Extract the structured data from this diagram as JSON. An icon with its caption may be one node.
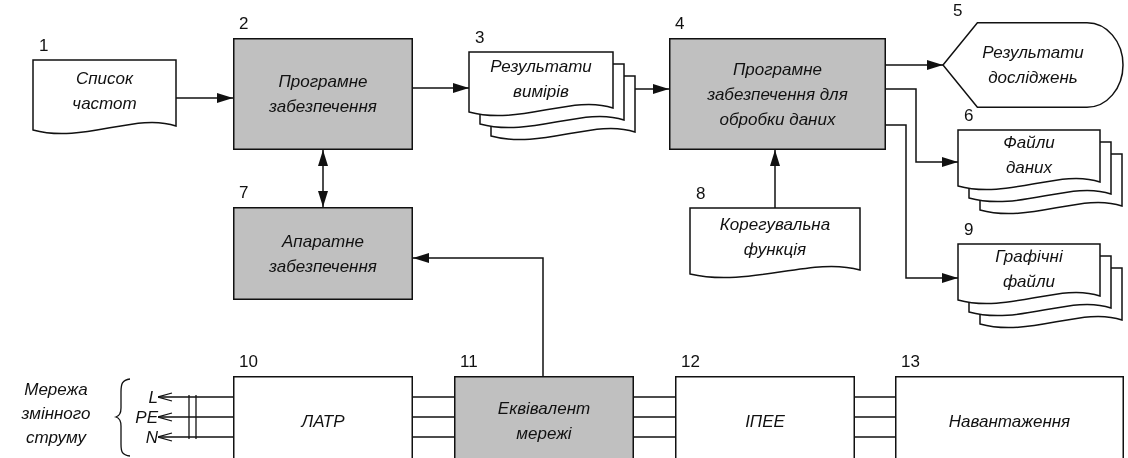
{
  "diagram": {
    "nodes": [
      {
        "text": [
          "Список частот"
        ],
        "beside": [
          "1"
        ]
      },
      {
        "text": [
          "Програмне забезпечення"
        ],
        "beside": [
          "2"
        ]
      },
      {
        "text": [
          "Результати вимірів"
        ],
        "beside": [
          "3"
        ]
      },
      {
        "text": [
          "Програмне забезпечення для обробки даних"
        ],
        "beside": [
          "4"
        ]
      },
      {
        "text": [
          "Результати досліджень"
        ],
        "beside": [
          "5"
        ]
      },
      {
        "text": [
          "Файли даних"
        ],
        "beside": [
          "6"
        ]
      },
      {
        "text": [
          "Апаратне забезпечення"
        ],
        "beside": [
          "7"
        ]
      },
      {
        "text": [
          "Корегувальна функція"
        ],
        "beside": [
          "8"
        ]
      },
      {
        "text": [
          "Графічні файли"
        ],
        "beside": [
          "9"
        ]
      },
      {
        "text": [
          "ЛАТР"
        ],
        "beside": [
          "10"
        ]
      },
      {
        "text": [
          "Еквівалент мережі"
        ],
        "beside": [
          "11"
        ]
      },
      {
        "text": [
          "ІПЕЕ"
        ],
        "beside": [
          "12"
        ]
      },
      {
        "text": [
          "Навантаження"
        ],
        "beside": [
          "13"
        ]
      },
      {
        "text": [
          "L"
        ]
      },
      {
        "text": [
          "PE"
        ]
      },
      {
        "text": [
          "N"
        ]
      }
    ],
    "edges": [
      {
        "from": 0,
        "to": 1,
        "arrow": "to"
      },
      {
        "from": 1,
        "to": 2,
        "arrow": "to"
      },
      {
        "from": 2,
        "to": 3,
        "arrow": "to"
      },
      {
        "from": 3,
        "to": 4,
        "arrow": "to"
      },
      {
        "from": 3,
        "to": 5,
        "arrow": "to"
      },
      {
        "from": 3,
        "to": 8,
        "arrow": "to"
      },
      {
        "from": 7,
        "to": 3,
        "arrow": "to"
      },
      {
        "from": 1,
        "to": 6,
        "arrow": "both"
      },
      {
        "from": 10,
        "to": 6,
        "arrow": "to"
      },
      {
        "from": 9,
        "to": 10,
        "arrow": "none"
      },
      {
        "from": 9,
        "to": 10,
        "arrow": "none"
      },
      {
        "from": 9,
        "to": 10,
        "arrow": "none"
      },
      {
        "from": 10,
        "to": 11,
        "arrow": "none"
      },
      {
        "from": 10,
        "to": 11,
        "arrow": "none"
      },
      {
        "from": 10,
        "to": 11,
        "arrow": "none"
      },
      {
        "from": 11,
        "to": 12,
        "arrow": "none"
      },
      {
        "from": 11,
        "to": 12,
        "arrow": "none"
      },
      {
        "from": 11,
        "to": 12,
        "arrow": "none"
      },
      {
        "from": 9,
        "to": 13,
        "arrow": "to"
      },
      {
        "from": 9,
        "to": 14,
        "arrow": "to"
      },
      {
        "from": 9,
        "to": 15,
        "arrow": "to"
      }
    ],
    "labels": [
      "Мережа змінного струму"
    ]
  }
}
